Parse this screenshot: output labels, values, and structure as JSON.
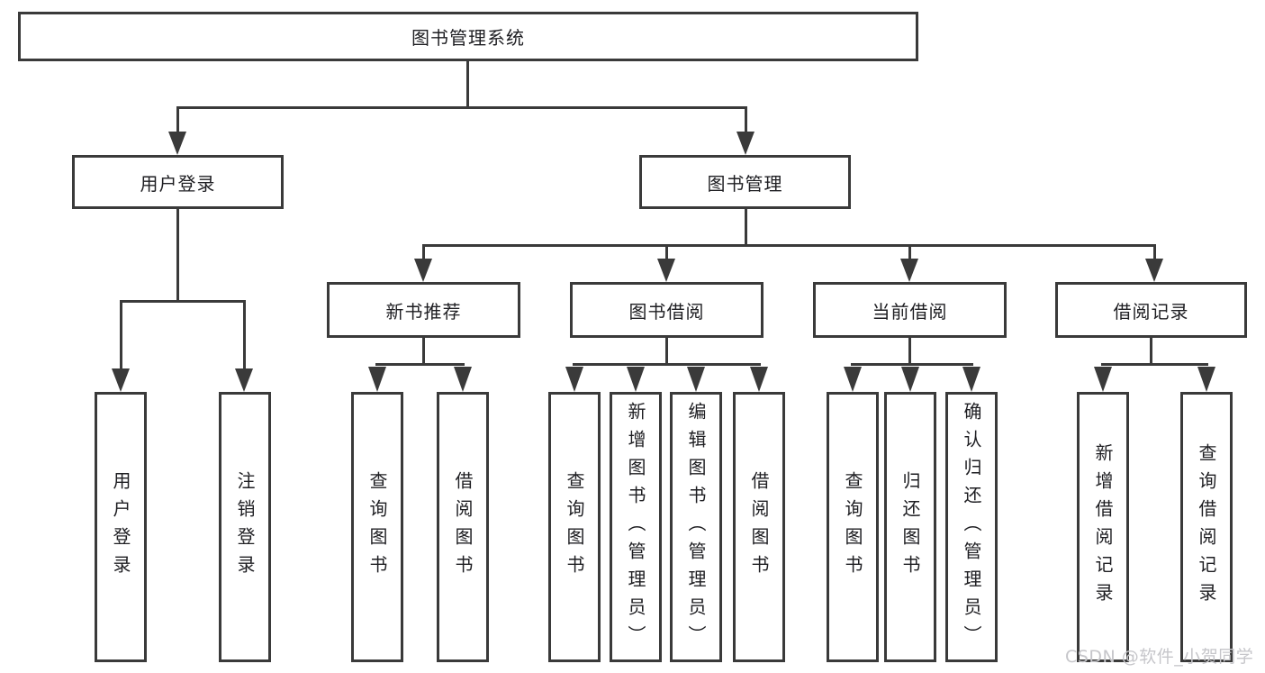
{
  "diagram": {
    "title": "图书管理系统",
    "branches": [
      {
        "label": "用户登录",
        "leaves": [
          {
            "label": "用户登录"
          },
          {
            "label": "注销登录"
          }
        ]
      },
      {
        "label": "图书管理",
        "groups": [
          {
            "label": "新书推荐",
            "leaves": [
              {
                "label": "查询图书"
              },
              {
                "label": "借阅图书"
              }
            ]
          },
          {
            "label": "图书借阅",
            "leaves": [
              {
                "label": "查询图书"
              },
              {
                "label": "新增图书（管理员）"
              },
              {
                "label": "编辑图书（管理员）"
              },
              {
                "label": "借阅图书"
              }
            ]
          },
          {
            "label": "当前借阅",
            "leaves": [
              {
                "label": "查询图书"
              },
              {
                "label": "归还图书"
              },
              {
                "label": "确认归还（管理员）"
              }
            ]
          },
          {
            "label": "借阅记录",
            "leaves": [
              {
                "label": "新增借阅记录"
              },
              {
                "label": "查询借阅记录"
              }
            ]
          }
        ]
      }
    ]
  },
  "watermark": {
    "text": "CSDN @软件_小贺同学"
  },
  "colors": {
    "line": "#3a3a3a",
    "text": "#1e1e22",
    "watermark": "#c6c6ca",
    "background": "#ffffff"
  }
}
